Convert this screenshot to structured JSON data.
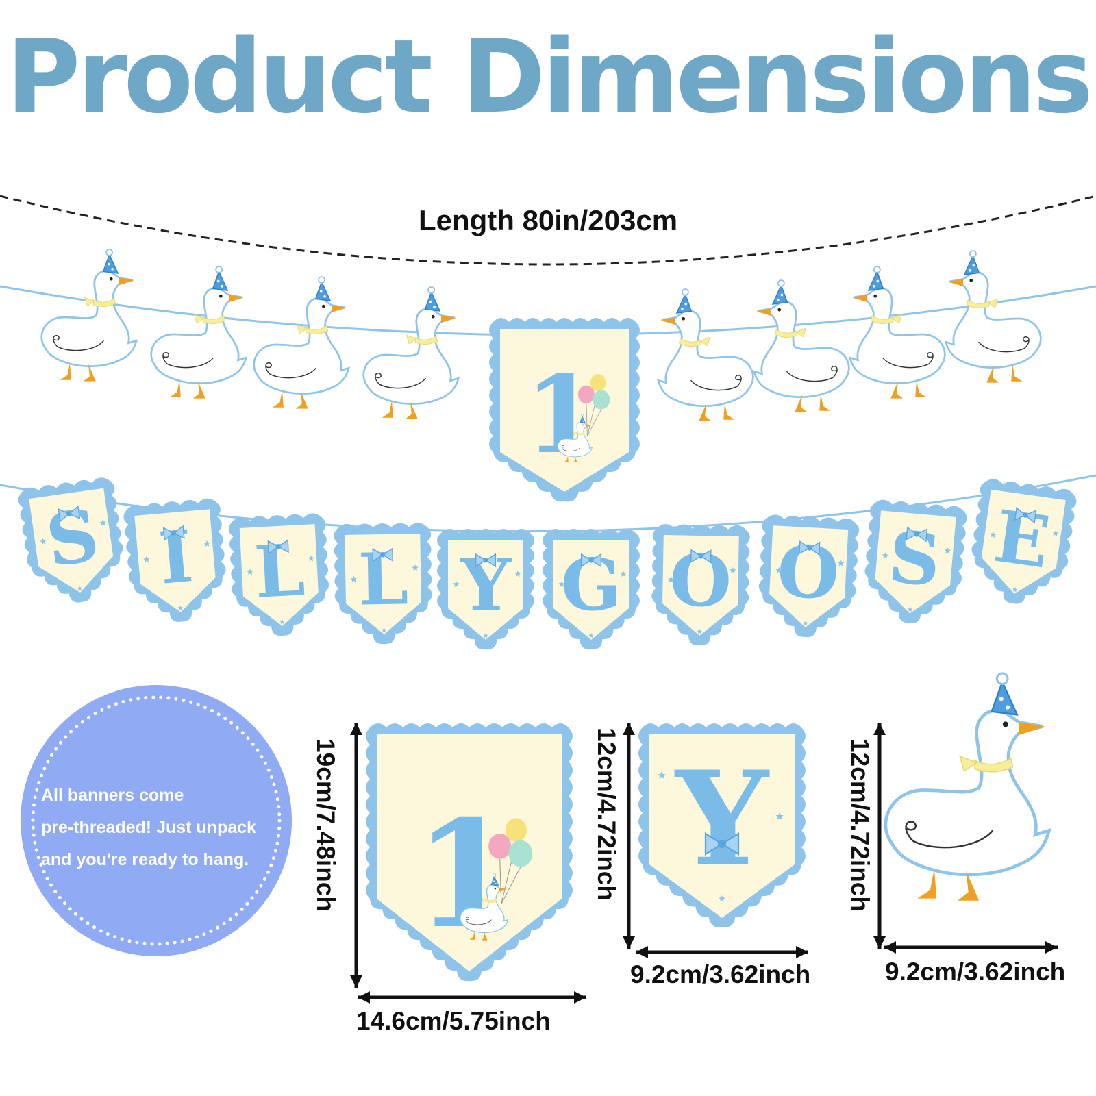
{
  "title": "Product Dimensions",
  "length_label": "Length 80in/203cm",
  "banner_letters": [
    "S",
    "I",
    "L",
    "L",
    "Y",
    "G",
    "O",
    "O",
    "S",
    "E"
  ],
  "center_number": "1",
  "info_lines": [
    "All banners come",
    "pre-threaded! Just unpack",
    "and you're ready to hang."
  ],
  "dimensions": {
    "number_pennant": {
      "height": "19cm/7.48inch",
      "width": "14.6cm/5.75inch"
    },
    "letter_pennant": {
      "height": "12cm/4.72inch",
      "width": "9.2cm/3.62inch",
      "letter": "Y"
    },
    "goose": {
      "height": "12cm/4.72inch",
      "width": "9.2cm/3.62inch"
    }
  },
  "colors": {
    "title": "#6fa7c7",
    "pennant_fill": "#fdf8dc",
    "pennant_border": "#8ec4ea",
    "letter": "#7bbbe8",
    "beak_feet": "#f0a020",
    "circle": "#90abf4"
  },
  "icons": [
    "goose-icon",
    "party-hat-icon",
    "balloon-icon",
    "bow-icon",
    "star-icon",
    "dimension-arrow-icon"
  ]
}
